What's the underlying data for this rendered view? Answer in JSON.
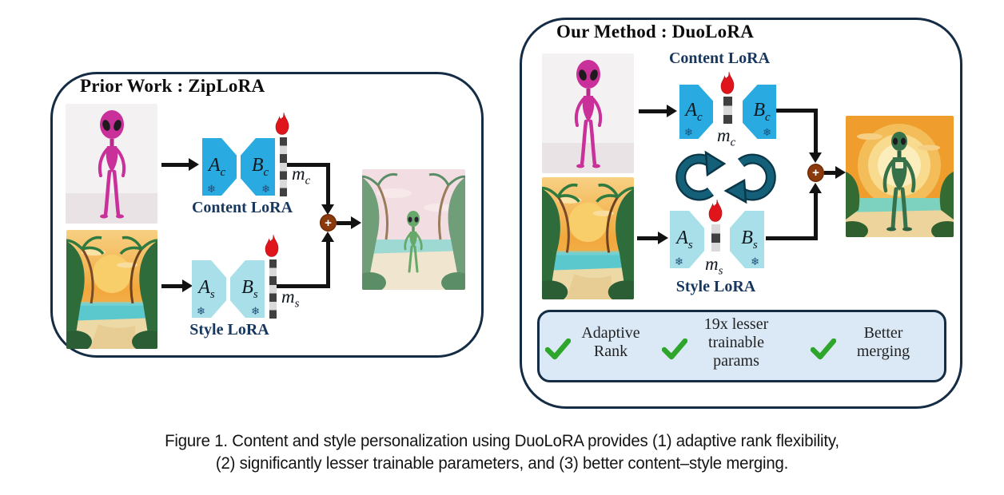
{
  "panels": {
    "left": {
      "title": "Prior Work : ZipLoRA",
      "content_lora": {
        "label": "Content LoRA",
        "a": "A",
        "b": "B",
        "sub": "c",
        "m": "m"
      },
      "style_lora": {
        "label": "Style LoRA",
        "a": "A",
        "b": "B",
        "sub": "s",
        "m": "m"
      }
    },
    "right": {
      "title": "Our Method : DuoLoRA",
      "content_lora": {
        "label": "Content LoRA",
        "a": "A",
        "b": "B",
        "sub": "c",
        "m": "m"
      },
      "style_lora": {
        "label": "Style LoRA",
        "a": "A",
        "b": "B",
        "sub": "s",
        "m": "m"
      },
      "benefits": [
        {
          "label": "Adaptive Rank"
        },
        {
          "label": "19x lesser trainable params"
        },
        {
          "label": "Better merging"
        }
      ]
    }
  },
  "caption": {
    "line1": "Figure 1. Content and style personalization using DuoLoRA provides (1) adaptive rank flexibility,",
    "line2": "(2) significantly lesser trainable parameters, and (3) better content–style merging."
  },
  "icons": {
    "snowflake": "❄",
    "merge_plus": "+"
  },
  "colors": {
    "panel_border": "#142c44",
    "content_lora_fill": "#29abe2",
    "style_lora_fill": "#a8dfe8",
    "label_navy": "#17375e",
    "merge_node": "#8a3a0d",
    "check_green": "#2ea62c",
    "benefits_fill": "#dbe8f6",
    "cycle_arrow": "#156079",
    "cycle_arrow_outline": "#0a3748",
    "flame_red": "#e0151b",
    "mask_dark": "#404040",
    "mask_light": "#d9d9d9",
    "arrow_black": "#121212"
  }
}
